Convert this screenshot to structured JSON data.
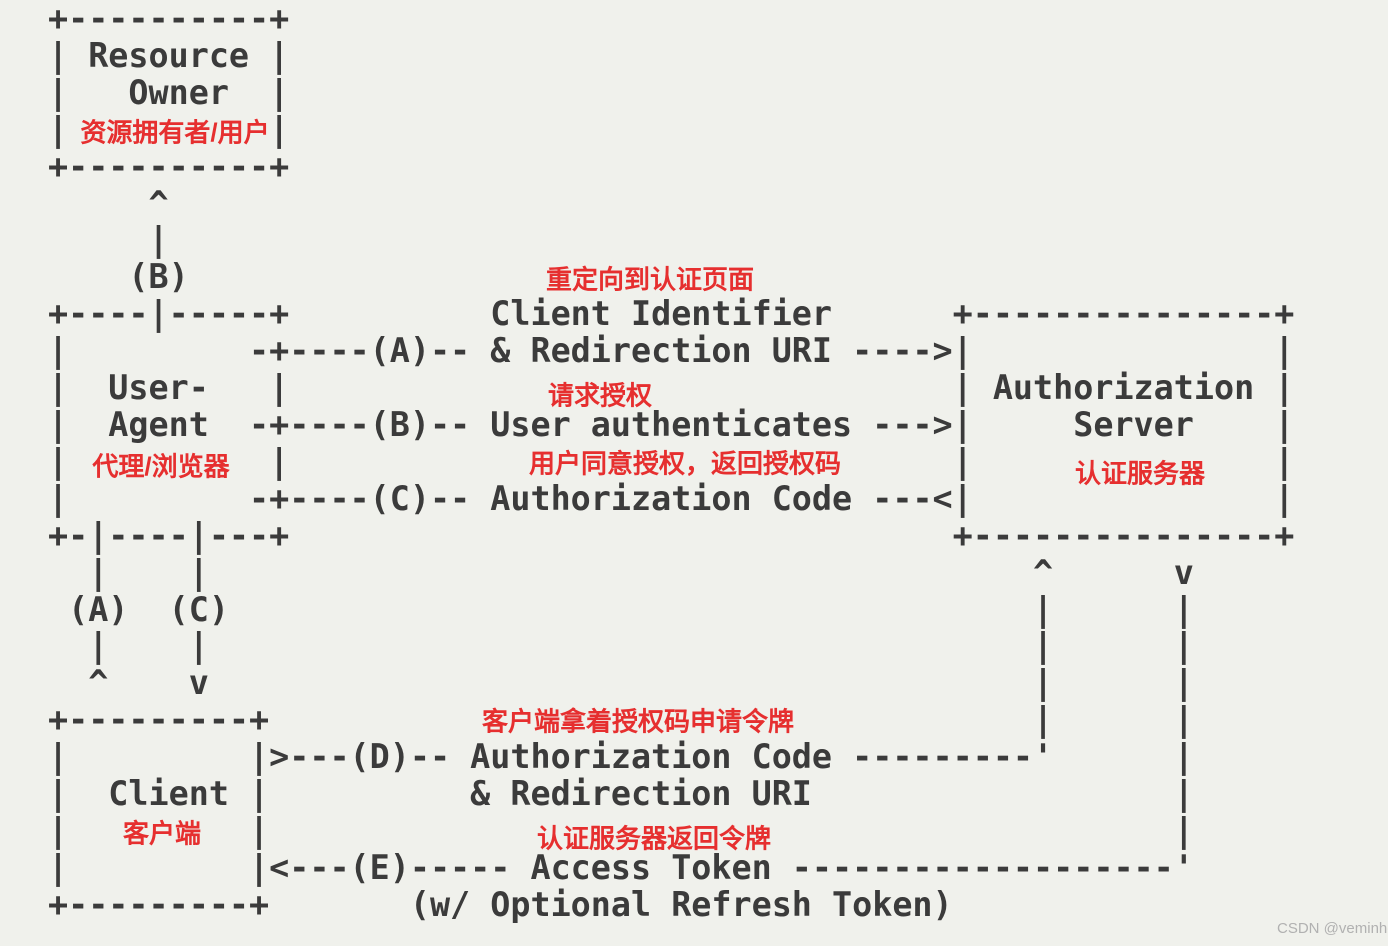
{
  "diagram": {
    "type": "ascii-flowchart",
    "ascii": "+----------+\n| Resource |\n|   Owner  |\n|          |\n+----------+\n     ^\n     |\n    (B)\n+----|-----+          Client Identifier      +---------------+\n|         -+----(A)-- & Redirection URI ---->|               |\n|  User-   |                                 | Authorization |\n|  Agent  -+----(B)-- User authenticates --->|     Server    |\n|          |                                 |               |\n|         -+----(C)-- Authorization Code ---<|               |\n+-|----|---+                                 +---------------+\n  |    |                                         ^      v\n (A)  (C)                                        |      |\n  |    |                                         |      |\n  ^    v                                         |      |\n+---------+                                      |      |\n|         |>---(D)-- Authorization Code ---------'      |\n|  Client |          & Redirection URI                  |\n|         |                                             |\n|         |<---(E)----- Access Token -------------------'\n+---------+       (w/ Optional Refresh Token)",
    "entities": [
      {
        "name": "Resource Owner",
        "label_cn": "资源拥有者/用户"
      },
      {
        "name": "User-Agent",
        "label_cn": "代理/浏览器"
      },
      {
        "name": "Authorization Server",
        "label_cn": "认证服务器"
      },
      {
        "name": "Client",
        "label_cn": "客户端"
      }
    ],
    "steps": [
      {
        "id": "(A)",
        "text": "Client Identifier & Redirection URI",
        "note_cn": "重定向到认证页面"
      },
      {
        "id": "(B)",
        "text": "User authenticates",
        "note_cn": "请求授权"
      },
      {
        "id": "(C)",
        "text": "Authorization Code",
        "note_cn": "用户同意授权，返回授权码"
      },
      {
        "id": "(D)",
        "text": "Authorization Code & Redirection URI",
        "note_cn": "客户端拿着授权码申请令牌"
      },
      {
        "id": "(E)",
        "text": "Access Token (w/ Optional Refresh Token)",
        "note_cn": "认证服务器返回令牌"
      }
    ]
  },
  "annotations": {
    "resource_owner_cn": "资源拥有者/用户",
    "redirect_note": "重定向到认证页面",
    "request_auth_note": "请求授权",
    "user_agent_cn": "代理/浏览器",
    "consent_note": "用户同意授权，返回授权码",
    "auth_server_cn": "认证服务器",
    "token_request_note": "客户端拿着授权码申请令牌",
    "client_cn": "客户端",
    "token_response_note": "认证服务器返回令牌"
  },
  "watermark": {
    "text": "CSDN @veminhe"
  },
  "colors": {
    "background": "#f0f1ec",
    "diagram_text": "#3b3b3b",
    "annotation_red": "#e62f2f",
    "watermark_gray": "#b1b1b1"
  }
}
